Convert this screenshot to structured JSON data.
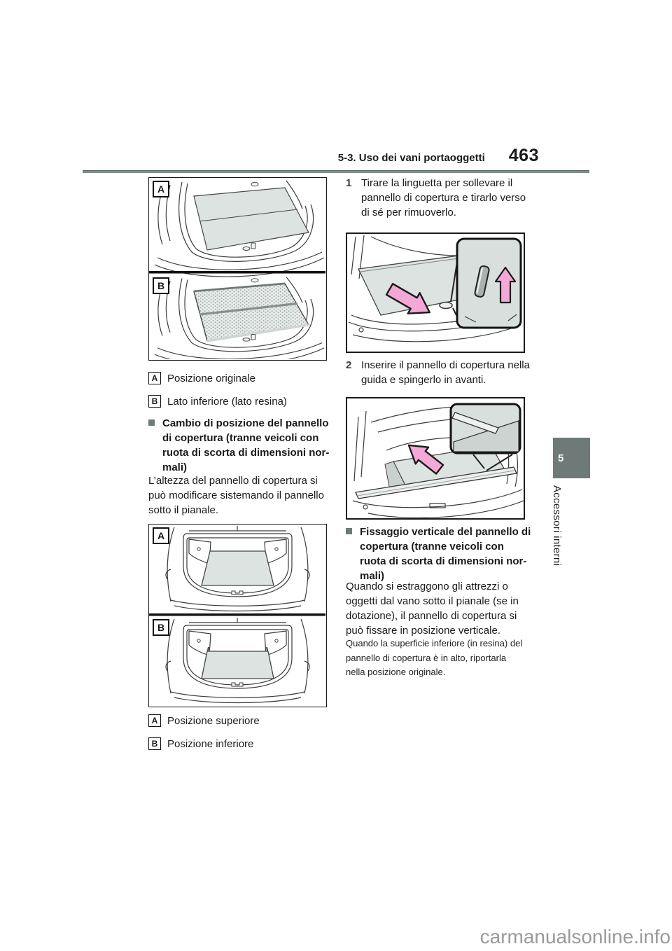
{
  "header": {
    "section_title": "5-3. Uso dei vani portaoggetti",
    "page_number": "463"
  },
  "sidebar": {
    "chapter_number": "5",
    "chapter_title": "Accessori interni"
  },
  "watermark": "carmanualsonline.info",
  "colors": {
    "accent_gray": "#6D7A78",
    "rule_gray": "#7F8D8B",
    "panel_fill": "#DDE3E1",
    "arrow_pink": "#F4A8D6",
    "watermark_gray": "#9A9A9A"
  },
  "figures": {
    "positions_top": {
      "label_a": "A",
      "label_b": "B"
    },
    "positions_height": {
      "label_a": "A",
      "label_b": "B"
    }
  },
  "left_column": {
    "caption_original": {
      "marker": "A",
      "text": "Posizione originale"
    },
    "caption_resin": {
      "marker": "B",
      "text": "Lato inferiore (lato resina)"
    },
    "section_change": {
      "title_lines": [
        "Cambio di posizione del pannello",
        "di copertura (tranne veicoli con",
        "ruota di scorta di dimensioni nor-",
        "mali)"
      ],
      "body_lines": [
        "L’altezza del pannello di copertura si",
        "può modificare sistemando il pannello",
        "sotto il pianale."
      ]
    },
    "caption_upper": {
      "marker": "A",
      "text": "Posizione superiore"
    },
    "caption_lower": {
      "marker": "B",
      "text": "Posizione inferiore"
    }
  },
  "right_column": {
    "step1": {
      "number": "1",
      "lines": [
        "Tirare la linguetta per sollevare il",
        "pannello di copertura e tirarlo verso",
        "di sé per rimuoverlo."
      ]
    },
    "step2": {
      "number": "2",
      "lines": [
        "Inserire il pannello di copertura nella",
        "guida e spingerlo in avanti."
      ]
    },
    "section_vertical": {
      "title_lines": [
        "Fissaggio verticale del pannello di",
        "copertura (tranne veicoli con",
        "ruota di scorta di dimensioni nor-",
        "mali)"
      ],
      "body_lines": [
        "Quando si estraggono gli attrezzi o",
        "oggetti dal vano sotto il pianale (se in",
        "dotazione), il pannello di copertura si",
        "può fissare in posizione verticale."
      ],
      "note_lines": [
        "Quando la superficie inferiore (in resina) del",
        "pannello di copertura è in alto, riportarla",
        "nella posizione originale."
      ]
    }
  }
}
